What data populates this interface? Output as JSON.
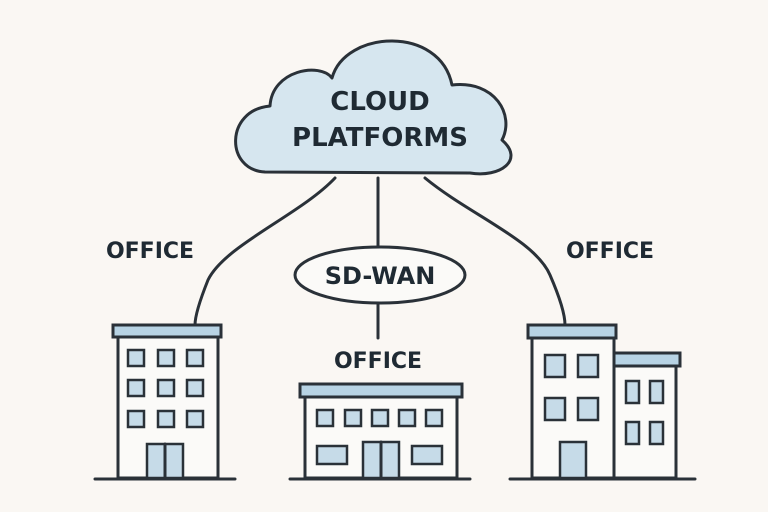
{
  "diagram": {
    "cloud": {
      "line1": "CLOUD",
      "line2": "PLATFORMS"
    },
    "hub": {
      "label": "SD-WAN"
    },
    "offices": [
      {
        "label": "OFFICE"
      },
      {
        "label": "OFFICE"
      },
      {
        "label": "OFFICE"
      }
    ]
  },
  "colors": {
    "background": "#faf7f3",
    "cloud_fill": "#d6e6ef",
    "window_fill": "#c6dbe8",
    "roof_fill": "#b7d3e4",
    "stroke": "#2a3138"
  }
}
